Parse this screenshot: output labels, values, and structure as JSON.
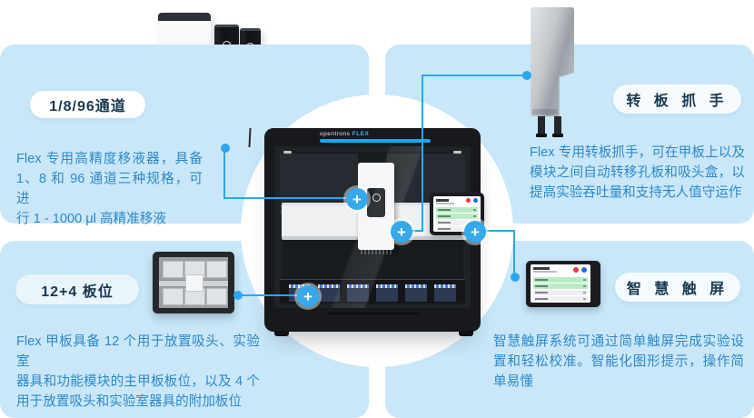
{
  "machine": {
    "brand": "opentrons",
    "model": "FLEX"
  },
  "hotspots": {
    "plus_symbol": "+"
  },
  "features": [
    {
      "id": "channels",
      "label": "1/8/96通道",
      "lines": [
        "Flex 专用高精度移液器，具备",
        "1、8 和 96 通道三种规格，可进",
        "行 1 - 1000 μl 高精准移液"
      ]
    },
    {
      "id": "gripper",
      "label": "转 板 抓 手",
      "lines": [
        "Flex 专用转板抓手，可在甲板上以及",
        "模块之间自动转移孔板和吸头盒，以",
        "提高实验吞吐量和支持无人值守运作"
      ]
    },
    {
      "id": "deck-slots",
      "label": "12+4 板位",
      "lines": [
        "Flex 甲板具备 12 个用于放置吸头、实验室",
        "器具和功能模块的主甲板板位，以及 4 个",
        "用于放置吸头和实验室器具的附加板位"
      ]
    },
    {
      "id": "touchscreen",
      "label": "智 慧 触 屏",
      "lines": [
        "智慧触屏系统可通过简单触屏完成实验设",
        "置和轻松校准。智能化图形提示，操作简",
        "单易懂"
      ]
    }
  ],
  "colors": {
    "panel_blue": "#c9e7f8",
    "accent_blue": "#2da6ea",
    "title_navy": "#1a3950",
    "body_blue": "#2e87c8",
    "machine_dark": "#17191d",
    "logo_bar_blue": "#1ba7ef",
    "status_green": "#b9ecc6",
    "button_red": "#e63946",
    "button_blue": "#1d6fe0"
  }
}
